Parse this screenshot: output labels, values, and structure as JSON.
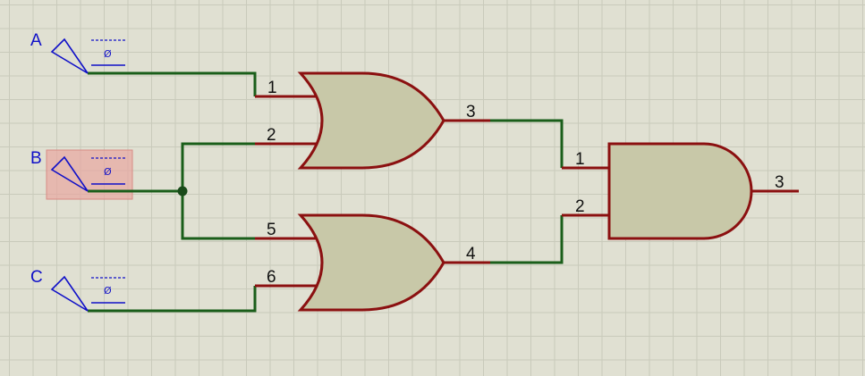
{
  "inputs": [
    {
      "label": "A",
      "state": "Ø"
    },
    {
      "label": "B",
      "state": "Ø"
    },
    {
      "label": "C",
      "state": "Ø"
    }
  ],
  "gates": {
    "or1": {
      "type": "OR",
      "pins": {
        "in1": "1",
        "in2": "2",
        "out": "3"
      }
    },
    "or2": {
      "type": "OR",
      "pins": {
        "in1": "5",
        "in2": "6",
        "out": "4"
      }
    },
    "and1": {
      "type": "AND",
      "pins": {
        "in1": "1",
        "in2": "2",
        "out": "3"
      }
    }
  },
  "colors": {
    "background": "#e0e0d2",
    "grid": "#c9cabb",
    "wire": "#1a5e1a",
    "pin_and_outline": "#8b1010",
    "gate_fill": "#c8c8a8",
    "input_label": "#1010c8",
    "selection": "#e8a6a0"
  }
}
